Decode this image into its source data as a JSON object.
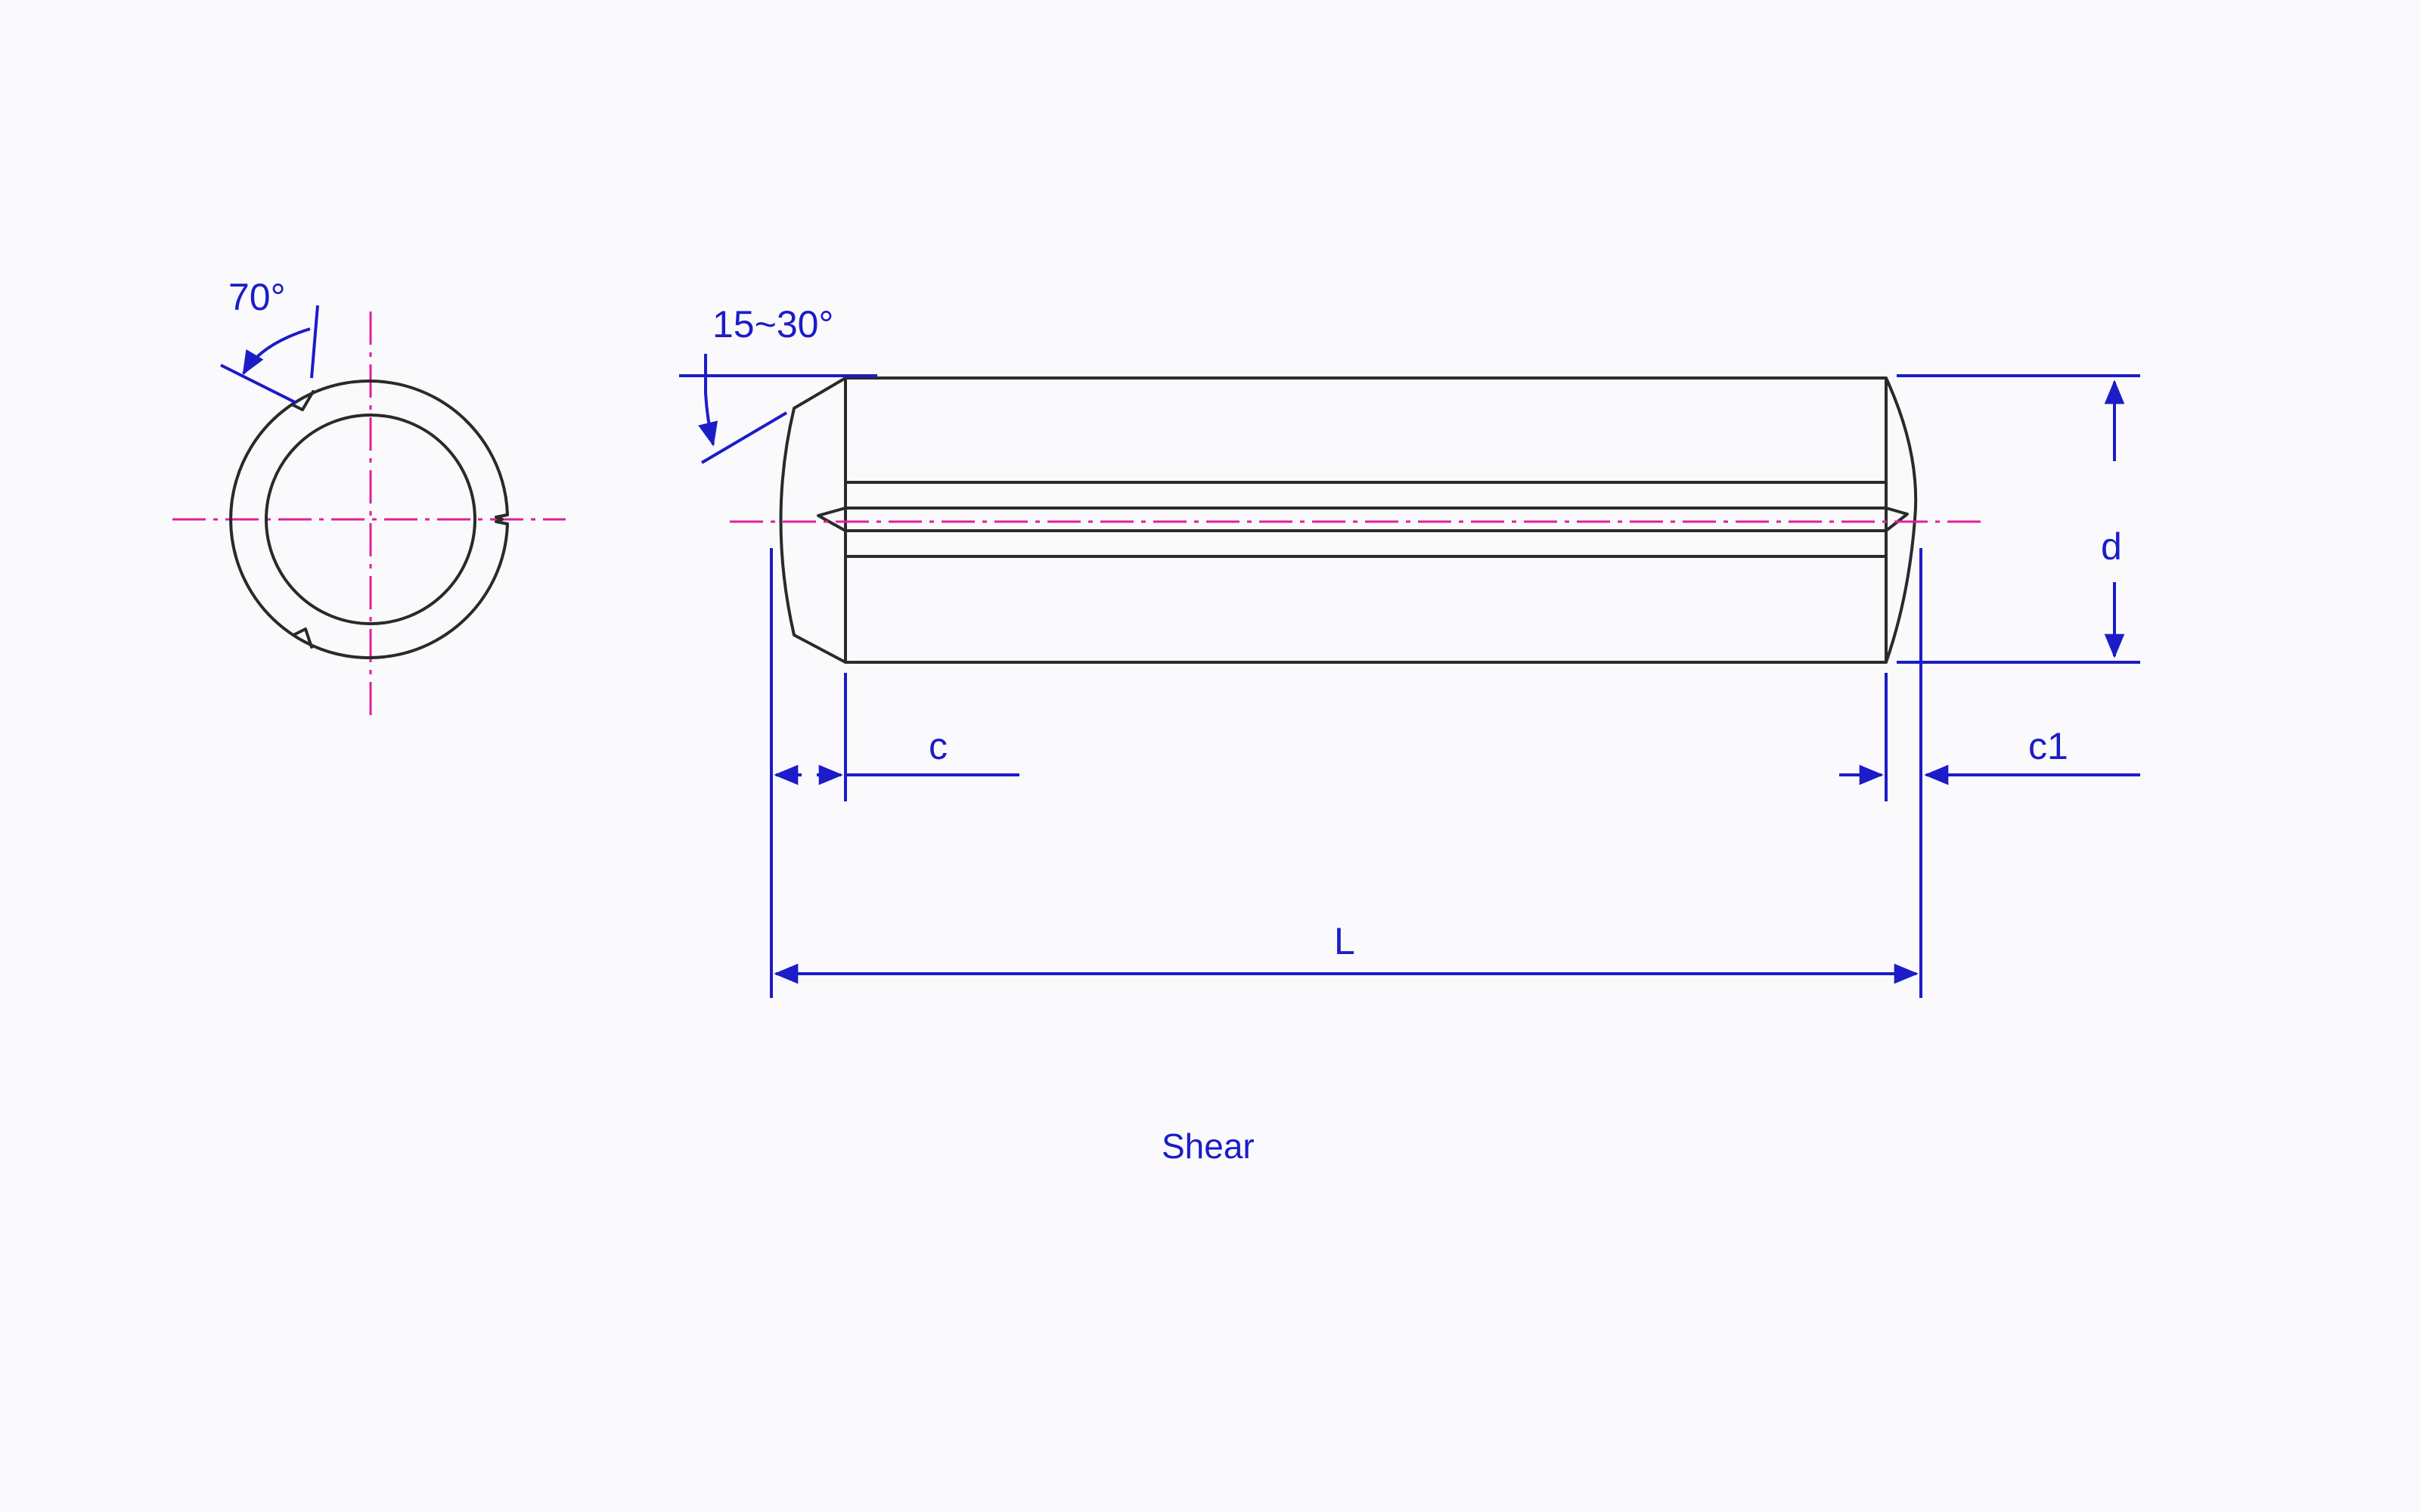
{
  "colors": {
    "background": "#fafafc",
    "outline": "#2a2a2a",
    "dimension": "#1c1cc8",
    "centerline": "#e0209a"
  },
  "end_view": {
    "slot_angle": "70°"
  },
  "side_view": {
    "chamfer_angle": "15~30°",
    "diameter": "d",
    "chamfer_left": "c",
    "chamfer_right": "c1",
    "length": "L"
  },
  "caption": "Shear"
}
